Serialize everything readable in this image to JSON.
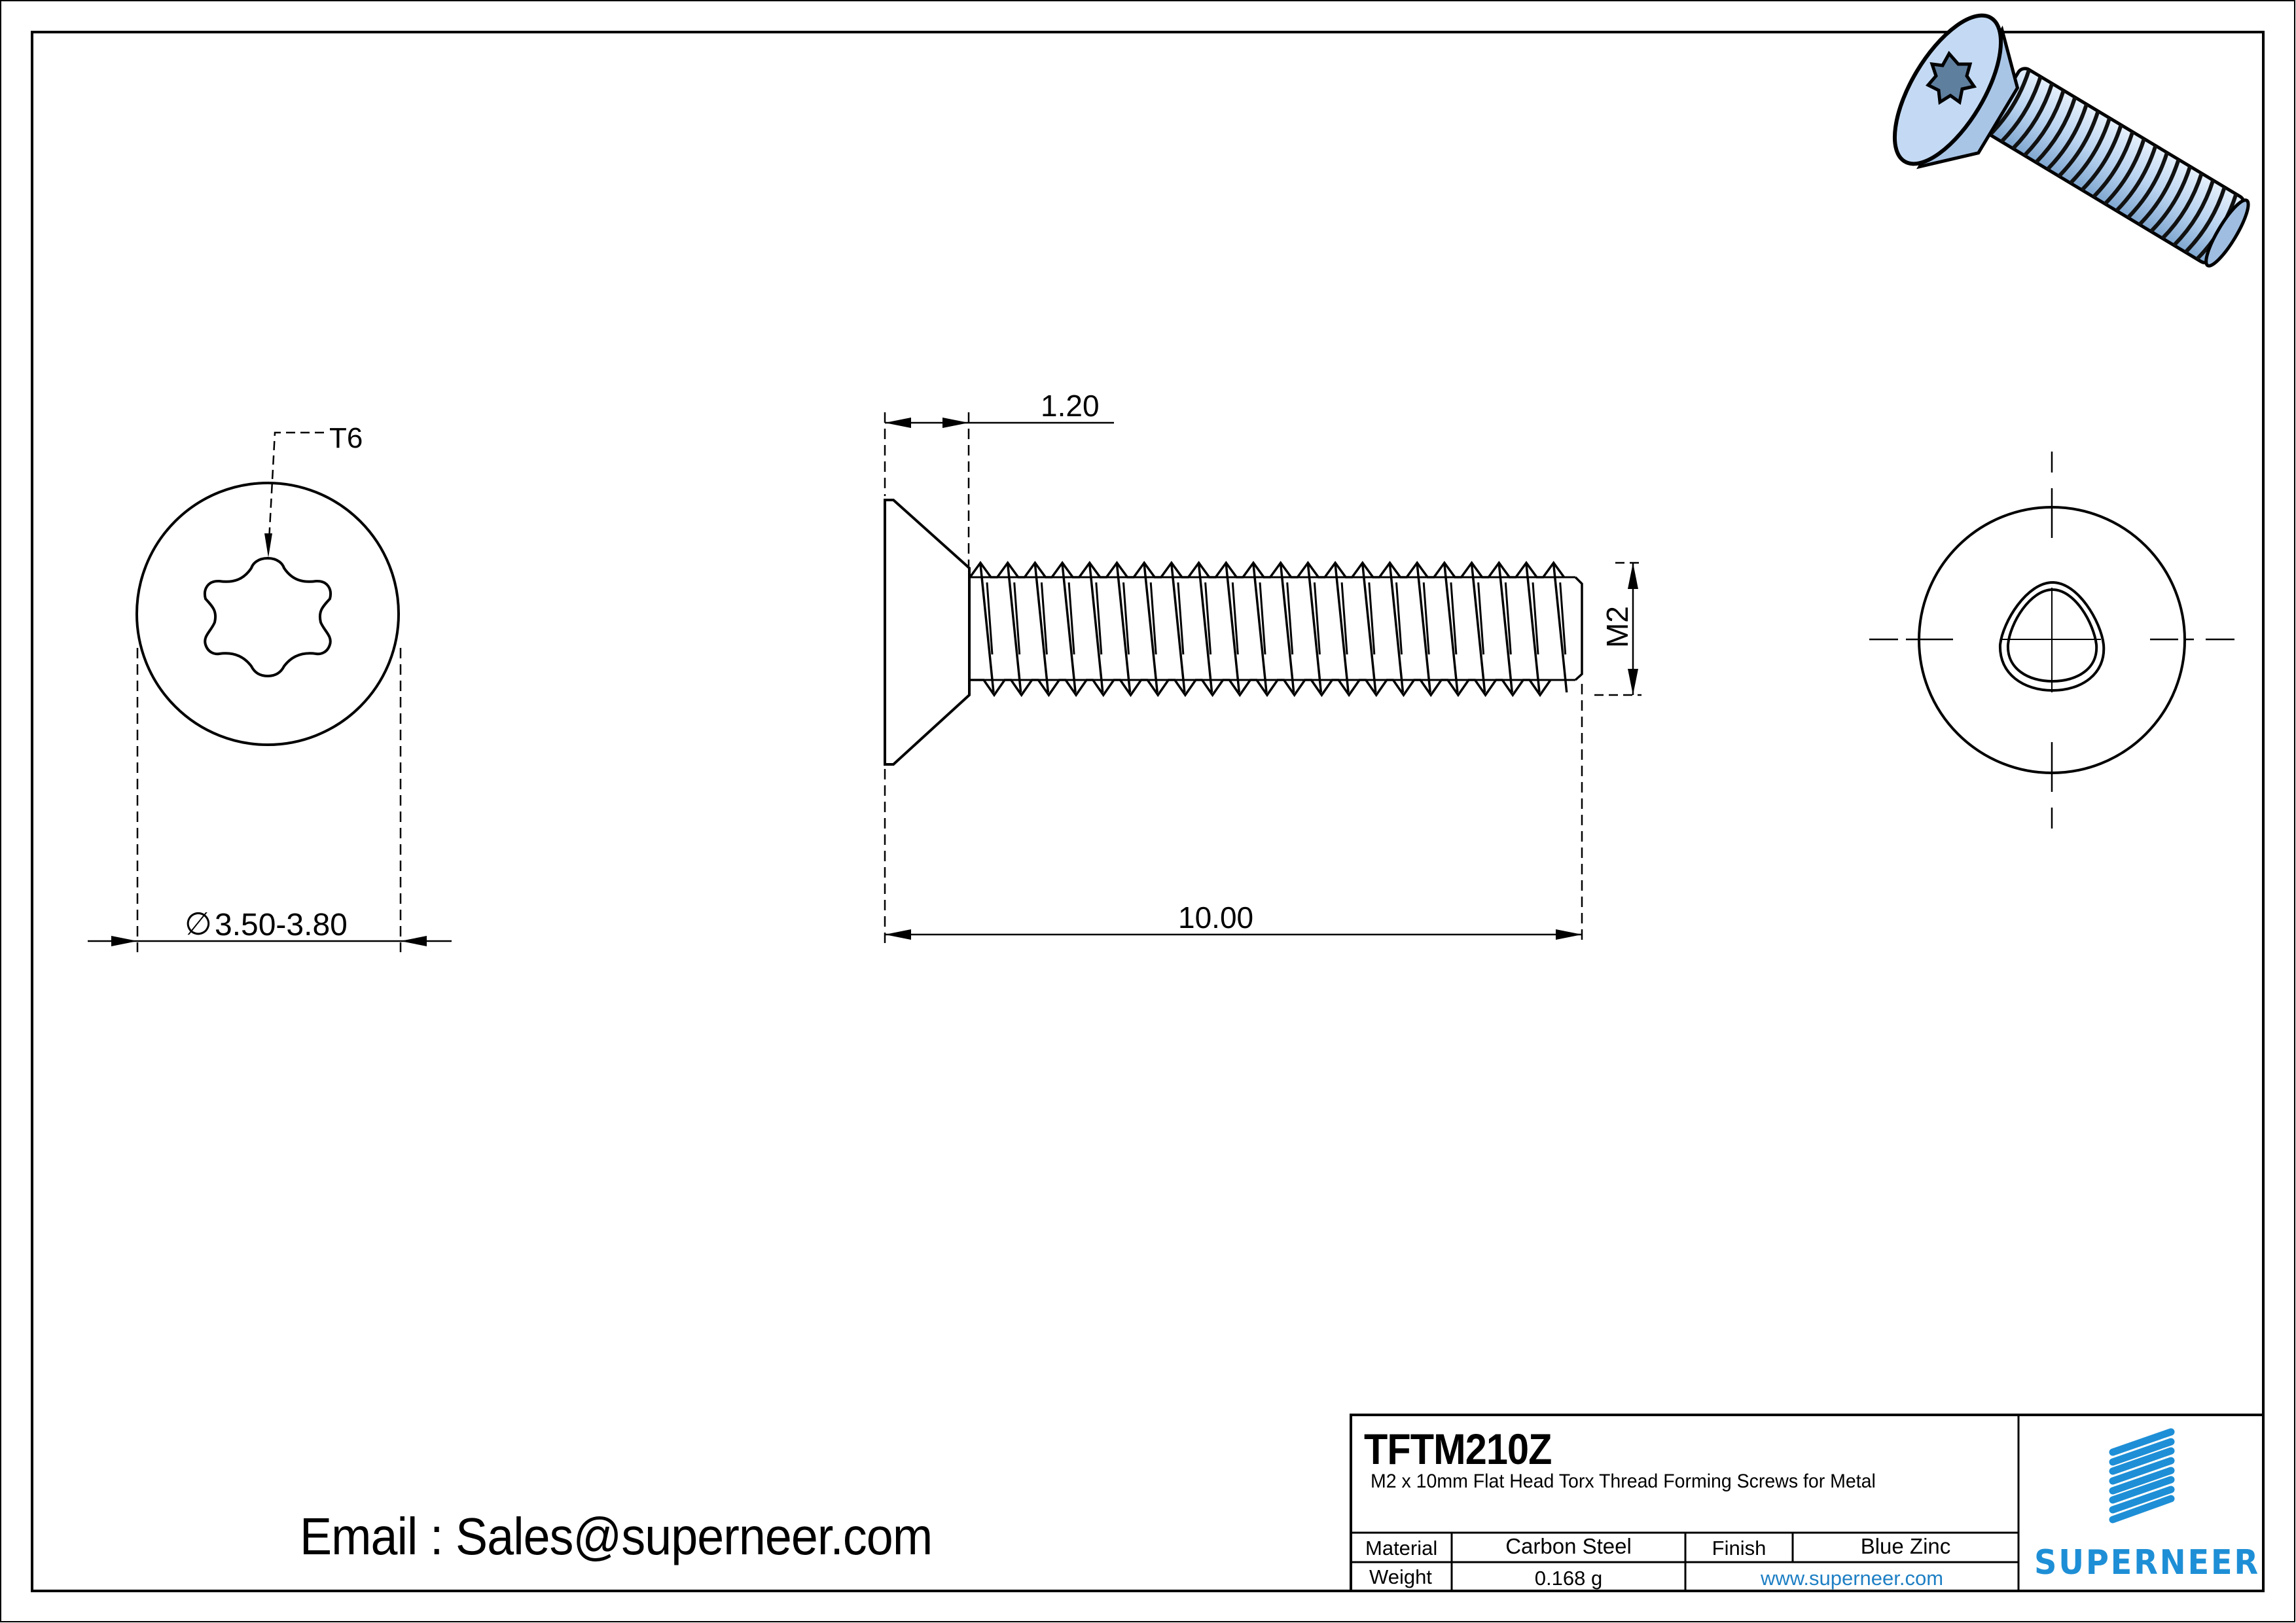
{
  "sheet": {
    "colors": {
      "line": "#000000",
      "brand_blue": "#1e8fd6",
      "link_blue": "#1e7fc4",
      "render_blue": "#b9d3f0",
      "thread_highlight": "#2a8fc8"
    }
  },
  "views": {
    "top_view": {
      "drive_label": "T6",
      "diameter_symbol": "∅",
      "diameter_label": "3.50-3.80"
    },
    "side_view": {
      "head_height_label": "1.20",
      "length_label": "10.00",
      "thread_label": "M2"
    },
    "end_view": {
      "profile": "trilobular"
    },
    "iso_render": {
      "name": "3D render of flat head torx screw"
    }
  },
  "contact": {
    "email_line": "Email : Sales@superneer.com"
  },
  "title_block": {
    "part_number": "TFTM210Z",
    "description": "M2 x 10mm Flat Head Torx Thread Forming Screws for Metal",
    "rows": [
      {
        "label": "Material",
        "value": "Carbon Steel",
        "label2": "Finish",
        "value2": "Blue Zinc"
      },
      {
        "label": "Weight",
        "value": "0.168 g",
        "link": "www.superneer.com"
      }
    ],
    "logo_text": "SUPERNEER"
  }
}
